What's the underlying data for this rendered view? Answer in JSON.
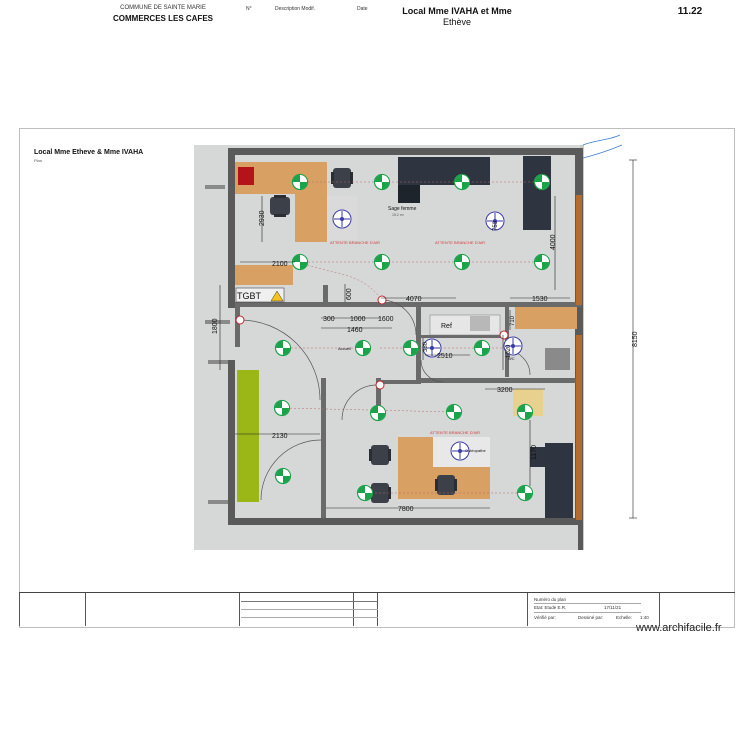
{
  "header": {
    "title": "Local Mme Etheve & Mme IVAHA",
    "subtitle": "Plan"
  },
  "plan": {
    "rooms": {
      "sage_femme": "Sage femme",
      "sage_femme_sub": "15.2 m²",
      "ref": "Ref",
      "tgbt": "TGBT",
      "accueil": "Accueil",
      "wc": "WC",
      "osteo": "Ostéopathe"
    },
    "warnings": {
      "w1": "ATTENTE BRANCHE D'AIR",
      "w2": "ATTENTE BRANCHE D'AIR",
      "w3": "ATTENTE BRANCHE D'AIR"
    },
    "dimensions": {
      "d2930": "2930",
      "d2100": "2100",
      "d4000": "4000",
      "d600": "600",
      "d4070": "4070",
      "d1530": "1530",
      "d1800": "1800",
      "d300": "300",
      "d1000": "1000",
      "d1600": "1600",
      "d1460": "1460",
      "d2510": "2510",
      "d3200": "3200",
      "d2130": "2130",
      "d1170": "1170",
      "d7800": "7800",
      "d8150": "8150",
      "d1600b": "1600",
      "d750": "750",
      "d1020": "1020",
      "d710": "710",
      "d380": "380"
    }
  },
  "title_block": {
    "commune": "COMMUNE DE SAINTE MARIE",
    "project": "COMMERCES LES CAFES",
    "col_n": "N°",
    "col_desc": "Description Modif.",
    "col_date": "Date",
    "local_line1": "Local Mme IVAHA et Mme",
    "local_line2": "Ethève",
    "meta1": "Numéro du plan",
    "meta2": "Etat: Etude E.R.",
    "meta3": "17/11/21",
    "meta4": "Vérifié par:",
    "meta5": "Dessiné par:",
    "meta6": "Echelle:",
    "meta7": "1:40",
    "plan_number": "11.22"
  },
  "watermark": "www.archifacile.fr",
  "colors": {
    "wall": "#5a5a5a",
    "floor": "#d6d8d7",
    "wood": "#d9a063",
    "dark_furniture": "#2e3540",
    "green_fixture": "#9bb617",
    "light_icon": "#1aa34a",
    "dimension": "#222222"
  }
}
